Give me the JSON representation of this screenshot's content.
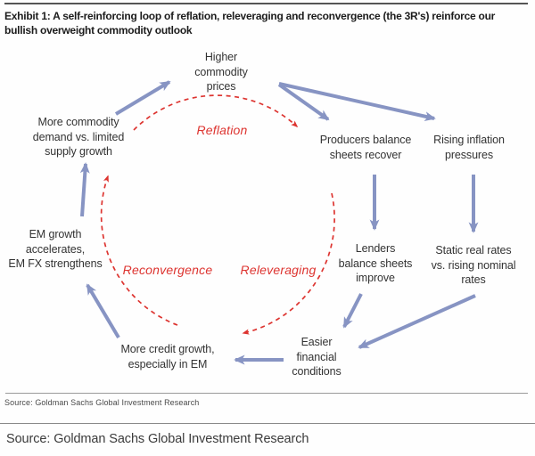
{
  "title": {
    "line1": "Exhibit 1: A self-reinforcing loop of reflation, releveraging and reconvergence (the 3R's) reinforce our",
    "line2": "bullish overweight commodity outlook"
  },
  "diagram": {
    "nodes": [
      {
        "id": "higher-commodity-prices",
        "lines": [
          "Higher",
          "commodity",
          "prices"
        ]
      },
      {
        "id": "producers-balance-sheets-recover",
        "lines": [
          "Producers balance",
          "sheets recover"
        ]
      },
      {
        "id": "rising-inflation-pressures",
        "lines": [
          "Rising inflation",
          "pressures"
        ]
      },
      {
        "id": "lenders-balance-sheets-improve",
        "lines": [
          "Lenders",
          "balance sheets",
          "improve"
        ]
      },
      {
        "id": "static-real-rates",
        "lines": [
          "Static real rates",
          "vs. rising nominal",
          "rates"
        ]
      },
      {
        "id": "easier-financial-conditions",
        "lines": [
          "Easier",
          "financial",
          "conditions"
        ]
      },
      {
        "id": "more-credit-growth",
        "lines": [
          "More credit growth,",
          "especially in EM"
        ]
      },
      {
        "id": "em-growth-accelerates",
        "lines": [
          "EM growth",
          "accelerates,",
          "EM FX strengthens"
        ]
      },
      {
        "id": "more-commodity-demand",
        "lines": [
          "More commodity",
          "demand vs. limited",
          "supply growth"
        ]
      }
    ],
    "loop_labels": [
      {
        "id": "reflation",
        "text": "Reflation"
      },
      {
        "id": "reconvergence",
        "text": "Reconvergence"
      },
      {
        "id": "releveraging",
        "text": "Releveraging"
      }
    ],
    "colors": {
      "arrow_blue": "#8794c3",
      "loop_red": "#dd3430",
      "node_text": "#333333"
    }
  },
  "footer": {
    "source_small": "Source: Goldman Sachs Global Investment Research",
    "source_large": "Source: Goldman Sachs Global Investment Research"
  }
}
